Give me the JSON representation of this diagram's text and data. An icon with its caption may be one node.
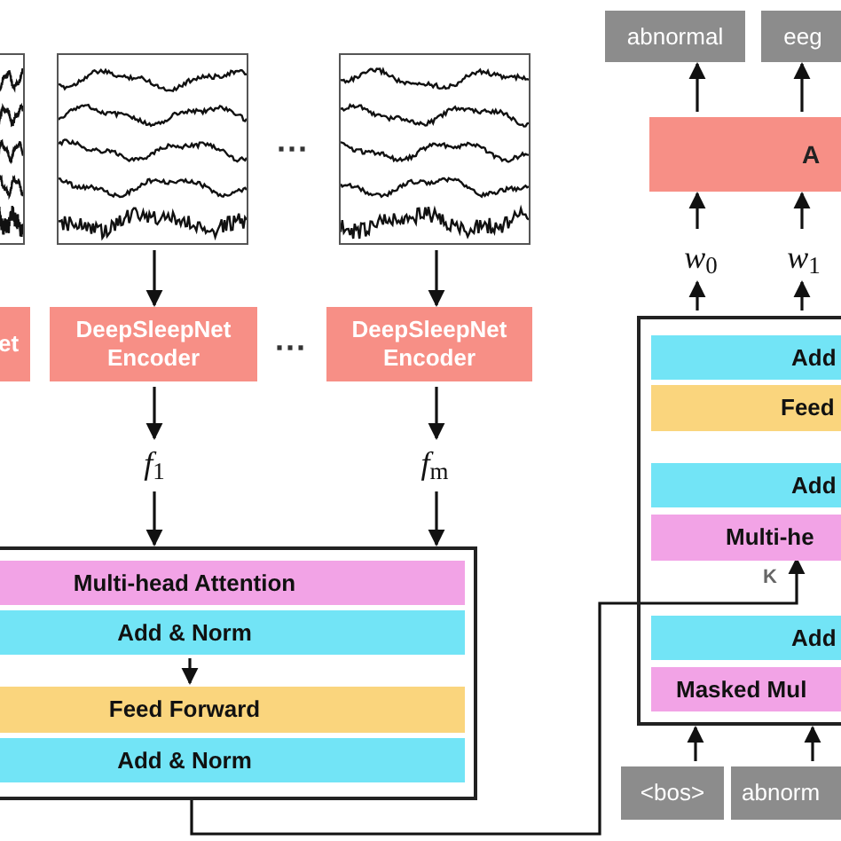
{
  "diagram": {
    "nodes": [
      {
        "text": [],
        "shape": "picture"
      },
      {
        "text": [],
        "shape": "picture"
      },
      {
        "text": [],
        "shape": "picture"
      },
      {
        "text": [
          "et"
        ]
      },
      {
        "text": [
          "DeepSleepNet Encoder"
        ]
      },
      {
        "text": [
          "DeepSleepNet Encoder"
        ]
      },
      {
        "text": [
          "*f*$_{1}$"
        ]
      },
      {
        "text": [
          "*f*$_{m}$"
        ]
      },
      {
        "text": [],
        "shape": "box"
      },
      {
        "text": [
          "Multi-head Attention"
        ],
        "in": 8
      },
      {
        "text": [
          "Add & Norm"
        ],
        "in": 8
      },
      {
        "text": [
          "Feed Forward"
        ],
        "in": 8
      },
      {
        "text": [
          "Add & Norm"
        ],
        "in": 8
      },
      {
        "text": [
          "abnormal"
        ]
      },
      {
        "text": [
          "eeg"
        ]
      },
      {
        "text": [
          "A"
        ]
      },
      {
        "text": [
          "*w*$_{0}$"
        ]
      },
      {
        "text": [
          "*w*$_{1}$"
        ]
      },
      {
        "text": [],
        "shape": "box"
      },
      {
        "text": [
          "Add"
        ],
        "in": 18
      },
      {
        "text": [
          "Feed"
        ],
        "in": 18
      },
      {
        "text": [
          "Add"
        ],
        "in": 18
      },
      {
        "text": [
          "Multi-he"
        ],
        "in": 18
      },
      {
        "text": [
          "Add"
        ],
        "in": 18
      },
      {
        "text": [
          "Masked Mul"
        ],
        "in": 18
      },
      {
        "text": [
          "<bos>"
        ]
      },
      {
        "text": [
          "abnorm"
        ]
      }
    ],
    "edges": [
      {
        "from": 1,
        "to": 4,
        "arrow": "to"
      },
      {
        "from": 2,
        "to": 5,
        "arrow": "to"
      },
      {
        "from": 4,
        "to": 6,
        "arrow": "to"
      },
      {
        "from": 5,
        "to": 7,
        "arrow": "to"
      },
      {
        "from": 6,
        "to": 8,
        "arrow": "to"
      },
      {
        "from": 7,
        "to": 8,
        "arrow": "to"
      },
      {
        "from": 10,
        "to": 11,
        "arrow": "to"
      },
      {
        "from": 8,
        "to": 22,
        "arrow": "to",
        "label": "K"
      },
      {
        "from": 15,
        "to": 13,
        "arrow": "to"
      },
      {
        "from": 15,
        "to": 14,
        "arrow": "to"
      },
      {
        "from": 16,
        "to": 15,
        "arrow": "to"
      },
      {
        "from": 17,
        "to": 15,
        "arrow": "to"
      },
      {
        "from": 18,
        "to": 16,
        "arrow": "to"
      },
      {
        "from": 18,
        "to": 17,
        "arrow": "to"
      },
      {
        "from": 25,
        "to": 18,
        "arrow": "to"
      },
      {
        "from": 26,
        "to": 18,
        "arrow": "to"
      }
    ],
    "labels": [
      "···",
      "···"
    ]
  }
}
